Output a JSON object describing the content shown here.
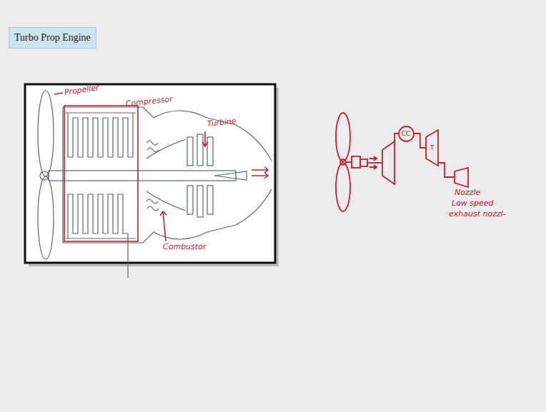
{
  "diagram": {
    "title": "Turbo Prop Engine",
    "nodes": [
      {
        "text": [
          "CC"
        ]
      },
      {
        "text": [
          "T"
        ]
      }
    ],
    "edges": [
      {
        "from": 0,
        "to": 1,
        "arrow": "none"
      }
    ],
    "labels": [
      "Propeller",
      "Compressor",
      "Turbine",
      "Combustor",
      "Nozzle",
      "Low speed",
      "exhaust nozzl-"
    ]
  }
}
